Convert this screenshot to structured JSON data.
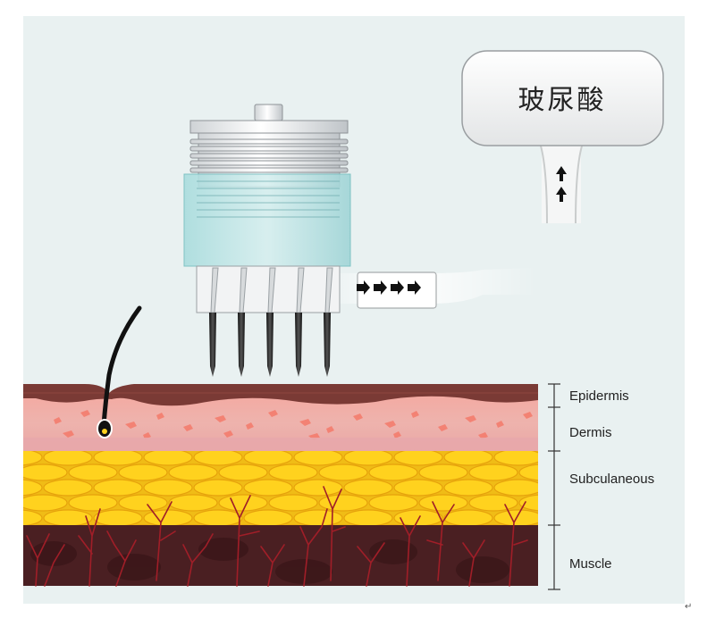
{
  "bubble": {
    "label": "玻尿酸"
  },
  "layers": [
    {
      "key": "epidermis",
      "label": "Epidermis"
    },
    {
      "key": "dermis",
      "label": "Dermis"
    },
    {
      "key": "subcutaneous",
      "label": "Subculaneous"
    },
    {
      "key": "muscle",
      "label": "Muscle"
    }
  ],
  "corner_mark": "↵",
  "colors": {
    "background": "#e9f1f1",
    "epidermis": "#7a3a35",
    "dermis": "#f0a09a",
    "fat": "#f3c21a",
    "muscle": "#4a1f22",
    "vessel": "#a01e28",
    "cap_teal": "#8fd0d2"
  }
}
